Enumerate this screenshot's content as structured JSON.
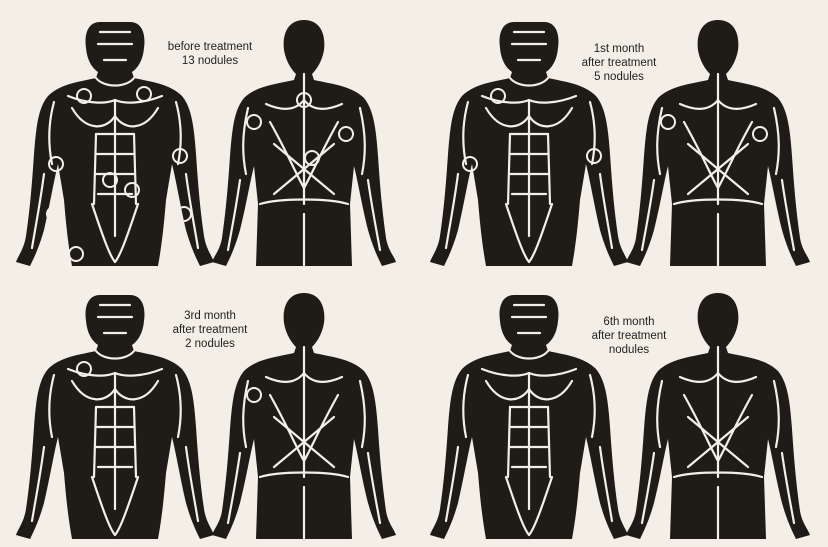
{
  "panels": [
    {
      "caption": [
        "before treatment",
        "13 nodules"
      ],
      "front_nodules": 9,
      "back_nodules": 4
    },
    {
      "caption": [
        "1st month",
        "after treatment",
        "5 nodules"
      ],
      "front_nodules": 3,
      "back_nodules": 2
    },
    {
      "caption": [
        "3rd month",
        "after treatment",
        "2 nodules"
      ],
      "front_nodules": 1,
      "back_nodules": 1
    },
    {
      "caption": [
        "6th month",
        "after treatment",
        "nodules"
      ],
      "front_nodules": 0,
      "back_nodules": 0
    }
  ],
  "colors": {
    "background": "#f3efe6",
    "figure": "#1f1b17",
    "lines": "#f3efe6",
    "text": "#222222"
  }
}
